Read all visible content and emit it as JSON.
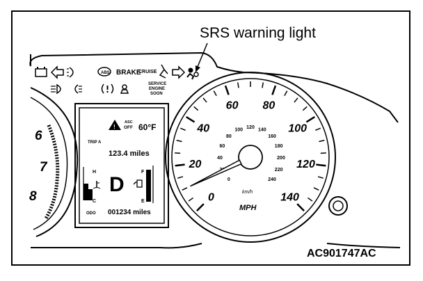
{
  "callout": {
    "label": "SRS warning light"
  },
  "figure_code": "AC901747AC",
  "telltales": {
    "brake": "BRAKE",
    "cruise": "CRUISE",
    "service_line1": "SERVICE",
    "service_line2": "ENGINE",
    "service_line3": "SOON"
  },
  "lcd": {
    "asc_line1": "ASC",
    "asc_line2": "OFF",
    "outside_temp": "60°F",
    "trip_label": "TRIP A",
    "trip_value": "123.4 miles",
    "gear": "D",
    "temp_h": "H",
    "temp_c": "C",
    "fuel_f": "F",
    "fuel_e": "E",
    "odo_label": "ODO",
    "odo_value": "001234 miles"
  },
  "tachometer": {
    "ticks": [
      "6",
      "7",
      "8"
    ]
  },
  "speedometer": {
    "outer_ticks": [
      "0",
      "20",
      "40",
      "60",
      "80",
      "100",
      "120",
      "140"
    ],
    "inner_ticks": [
      "0",
      "20",
      "40",
      "60",
      "80",
      "100",
      "120",
      "140",
      "160",
      "180",
      "200",
      "220",
      "240"
    ],
    "inner_unit": "km/h",
    "outer_unit": "MPH",
    "needle_value_mph": 10
  },
  "colors": {
    "ink": "#000000",
    "paper": "#ffffff"
  }
}
